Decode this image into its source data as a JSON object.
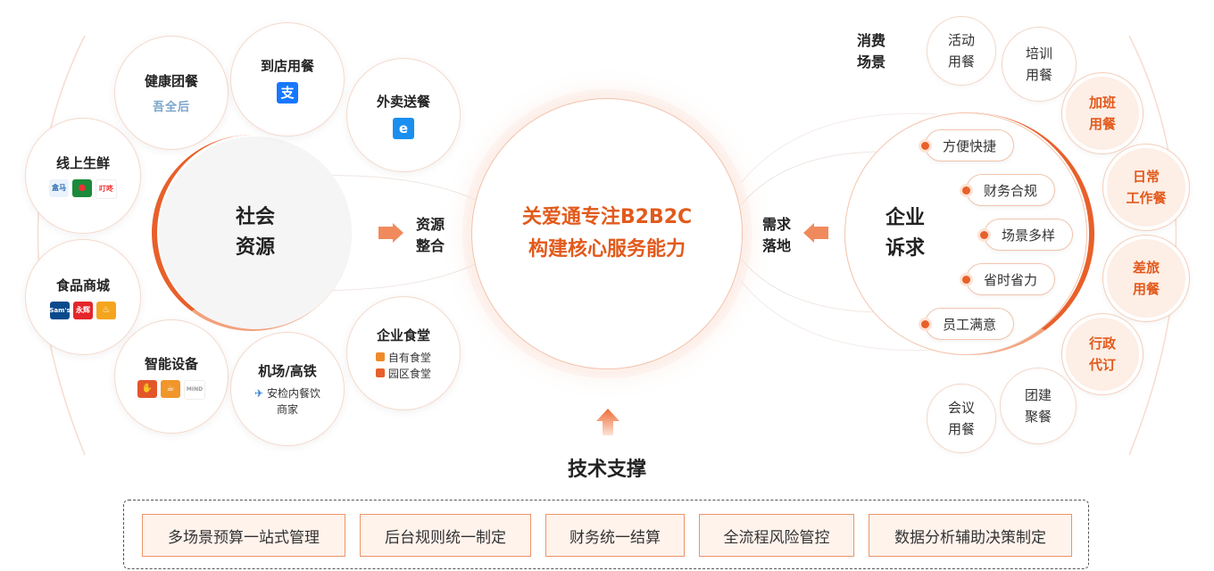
{
  "center": {
    "line1": "关爱通专注B2B2C",
    "line2": "构建核心服务能力"
  },
  "left": {
    "main": "社会\n资源",
    "flow_label": "资源\n整合",
    "bubbles": {
      "health": {
        "title": "健康团餐",
        "logo": "吾全后"
      },
      "store": {
        "title": "到店用餐",
        "logo": "支"
      },
      "delivery": {
        "title": "外卖送餐",
        "logo": "e"
      },
      "fresh": {
        "title": "线上生鲜",
        "logos": [
          "盒马",
          "●",
          "叮咚"
        ]
      },
      "food": {
        "title": "食品商城",
        "logos": [
          "Sam's",
          "永辉",
          "♨"
        ]
      },
      "smart": {
        "title": "智能设备",
        "logos": [
          "✋",
          "☕",
          "MIND"
        ]
      },
      "airport": {
        "title": "机场/高铁",
        "items": [
          "安检内餐饮",
          "商家"
        ]
      },
      "canteen": {
        "title": "企业食堂",
        "items": [
          "自有食堂",
          "园区食堂"
        ]
      }
    }
  },
  "right": {
    "main": "企业\n诉求",
    "flow_label": "需求\n落地",
    "pills": [
      "方便快捷",
      "财务合规",
      "场景多样",
      "省时省力",
      "员工满意"
    ],
    "scene_label": "消费\n场景",
    "scenes": [
      "活动\n用餐",
      "培训\n用餐",
      "加班\n用餐",
      "日常\n工作餐",
      "差旅\n用餐",
      "行政\n代订",
      "团建\n聚餐",
      "会议\n用餐"
    ]
  },
  "tech": {
    "title": "技术支撑",
    "items": [
      "多场景预算一站式管理",
      "后台规则统一制定",
      "财务统一结算",
      "全流程风险管控",
      "数据分析辅助决策制定"
    ]
  },
  "colors": {
    "accent": "#e8602a",
    "accent_light": "#fdeee6"
  }
}
